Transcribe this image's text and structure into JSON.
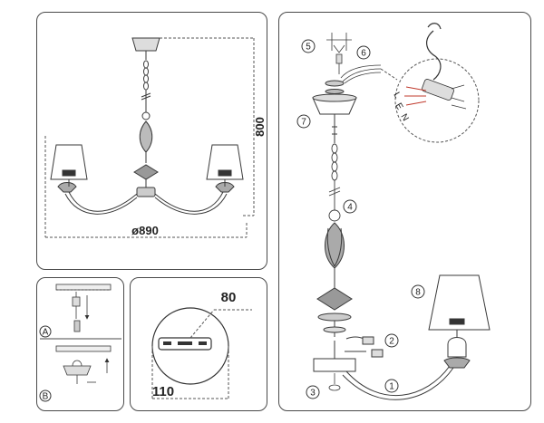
{
  "dimensions": {
    "height": "800",
    "diameter": "ø890",
    "canopy_width": "80",
    "canopy_diameter": "110"
  },
  "step_labels": {
    "a": "A",
    "b": "B"
  },
  "callouts": [
    "1",
    "2",
    "3",
    "4",
    "5",
    "6",
    "7",
    "8"
  ],
  "wire_labels": [
    "L",
    "E",
    "N"
  ],
  "colors": {
    "line": "#3a3a3a",
    "dash": "#555555",
    "wire_red": "#c0392b",
    "panel_border": "#4a4a4a"
  }
}
